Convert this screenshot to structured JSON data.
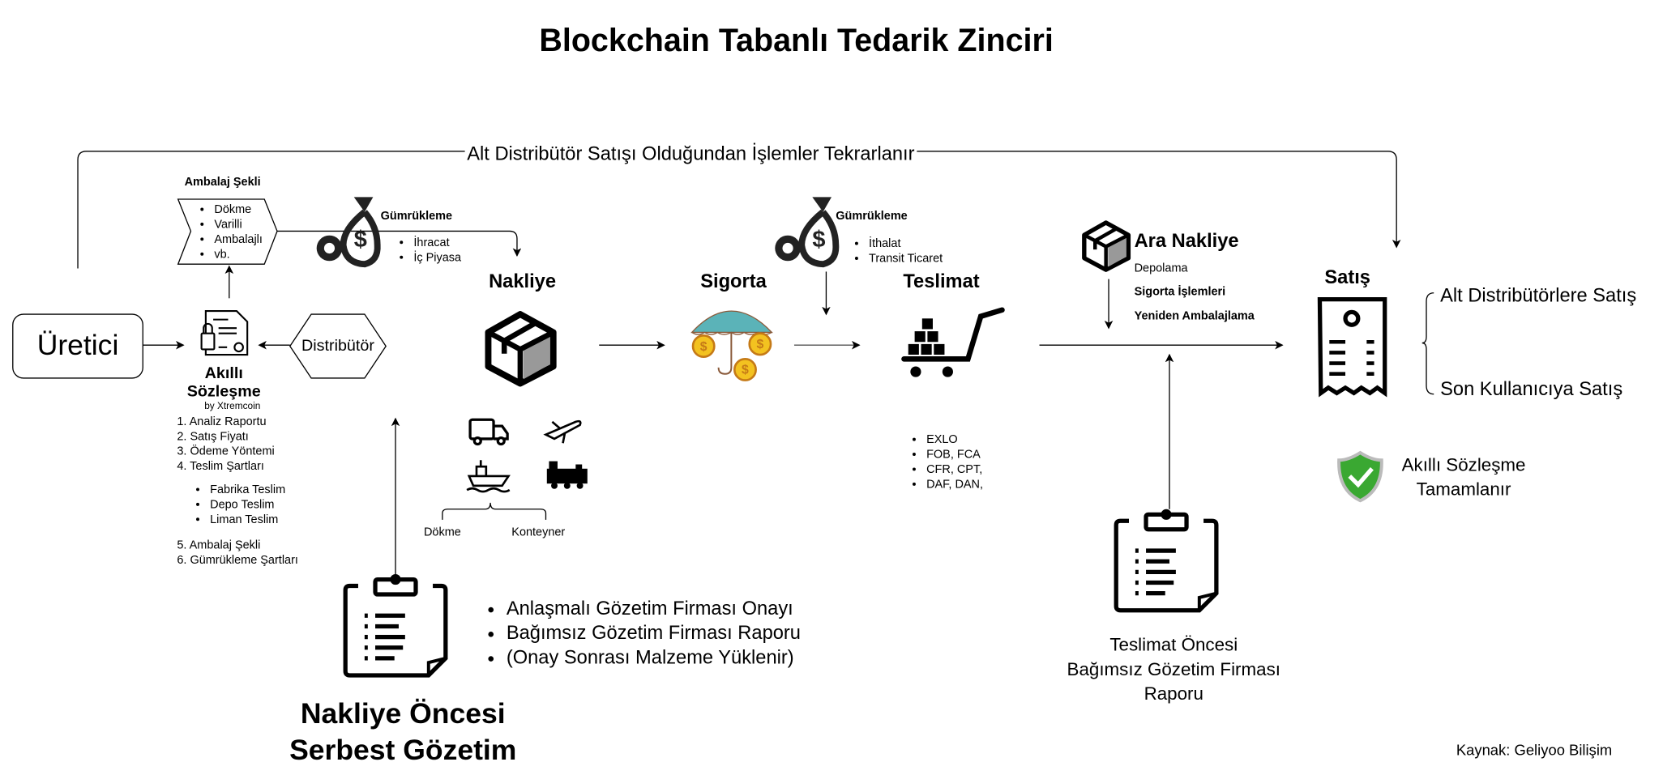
{
  "title": "Blockchain Tabanlı Tedarik Zinciri",
  "loop_label": "Alt Distribütör Satışı Olduğundan İşlemler Tekrarlanır",
  "producer": "Üretici",
  "distributor": "Distribütör",
  "smart_contract": {
    "title_line1": "Akıllı",
    "title_line2": "Sözleşme",
    "by": "by Xtremcoin",
    "items": [
      "1. Analiz Raportu",
      "2. Satış Fiyatı",
      "3. Ödeme Yöntemi",
      "4. Teslim Şartları"
    ],
    "delivery_types": [
      "Fabrika Teslim",
      "Depo Teslim",
      "Liman Teslim"
    ],
    "items_after": [
      "5. Ambalaj Şekli",
      "6. Gümrükleme Şartları"
    ]
  },
  "packaging": {
    "title": "Ambalaj Şekli",
    "items": [
      "Dökme",
      "Varilli",
      "Ambalajlı",
      "vb."
    ]
  },
  "customs_export": {
    "title": "Gümrükleme",
    "items": [
      "İhracat",
      "İç Piyasa"
    ]
  },
  "customs_import": {
    "title": "Gümrükleme",
    "items": [
      "İthalat",
      "Transit Ticaret"
    ]
  },
  "transport": {
    "title": "Nakliye",
    "modes": [
      "truck-icon",
      "plane-icon",
      "ship-icon",
      "train-icon"
    ],
    "types": [
      "Dökme",
      "Konteyner"
    ]
  },
  "insurance": {
    "title": "Sigorta"
  },
  "delivery": {
    "title": "Teslimat",
    "terms": [
      "EXLO",
      "FOB, FCA",
      "CFR, CPT,",
      "DAF, DAN,"
    ]
  },
  "intermediate": {
    "title": "Ara Nakliye",
    "storage": "Depolama",
    "insurance": "Sigorta İşlemleri",
    "repack": "Yeniden Ambalajlama"
  },
  "sale": {
    "title": "Satış",
    "options": [
      "Alt Distribütörlere Satış",
      "Son Kullanıcıya Satış"
    ]
  },
  "completion": {
    "line1": "Akıllı Sözleşme",
    "line2": "Tamamlanır",
    "color": "#3aa832"
  },
  "pre_transport_inspection": {
    "items": [
      "Anlaşmalı Gözetim Firması Onayı",
      "Bağımsız Gözetim Firması Raporu",
      "(Onay Sonrası Malzeme Yüklenir)"
    ],
    "title_line1": "Nakliye Öncesi",
    "title_line2": "Serbest Gözetim"
  },
  "pre_delivery_inspection": {
    "line1": "Teslimat Öncesi",
    "line2": "Bağımsız Gözetim Firması",
    "line3": "Raporu"
  },
  "source": "Kaynak: Geliyoo Bilişim"
}
